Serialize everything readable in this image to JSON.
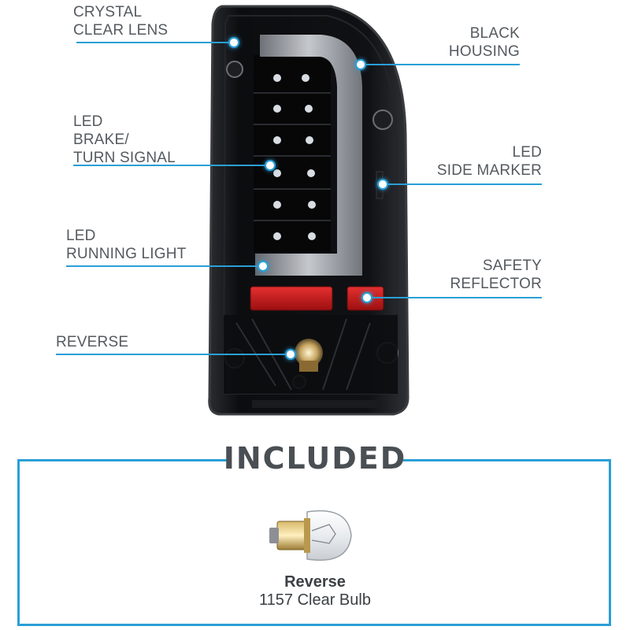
{
  "callouts": {
    "crystal_clear_lens": [
      "CRYSTAL",
      "CLEAR LENS"
    ],
    "black_housing": [
      "BLACK",
      "HOUSING"
    ],
    "led_brake_turn_signal": [
      "LED",
      "BRAKE/",
      "TURN SIGNAL"
    ],
    "led_side_marker": [
      "LED",
      "SIDE MARKER"
    ],
    "led_running_light": [
      "LED",
      "RUNNING LIGHT"
    ],
    "safety_reflector": [
      "SAFETY",
      "REFLECTOR"
    ],
    "reverse": [
      "REVERSE"
    ]
  },
  "included": {
    "title": "INCLUDED",
    "bulb_name": "Reverse",
    "bulb_description": "1157 Clear Bulb"
  },
  "colors": {
    "accent": "#2a9fd6",
    "label_text": "#555a5f",
    "housing": "#0d0e10",
    "reflector": "#d11a1a"
  }
}
